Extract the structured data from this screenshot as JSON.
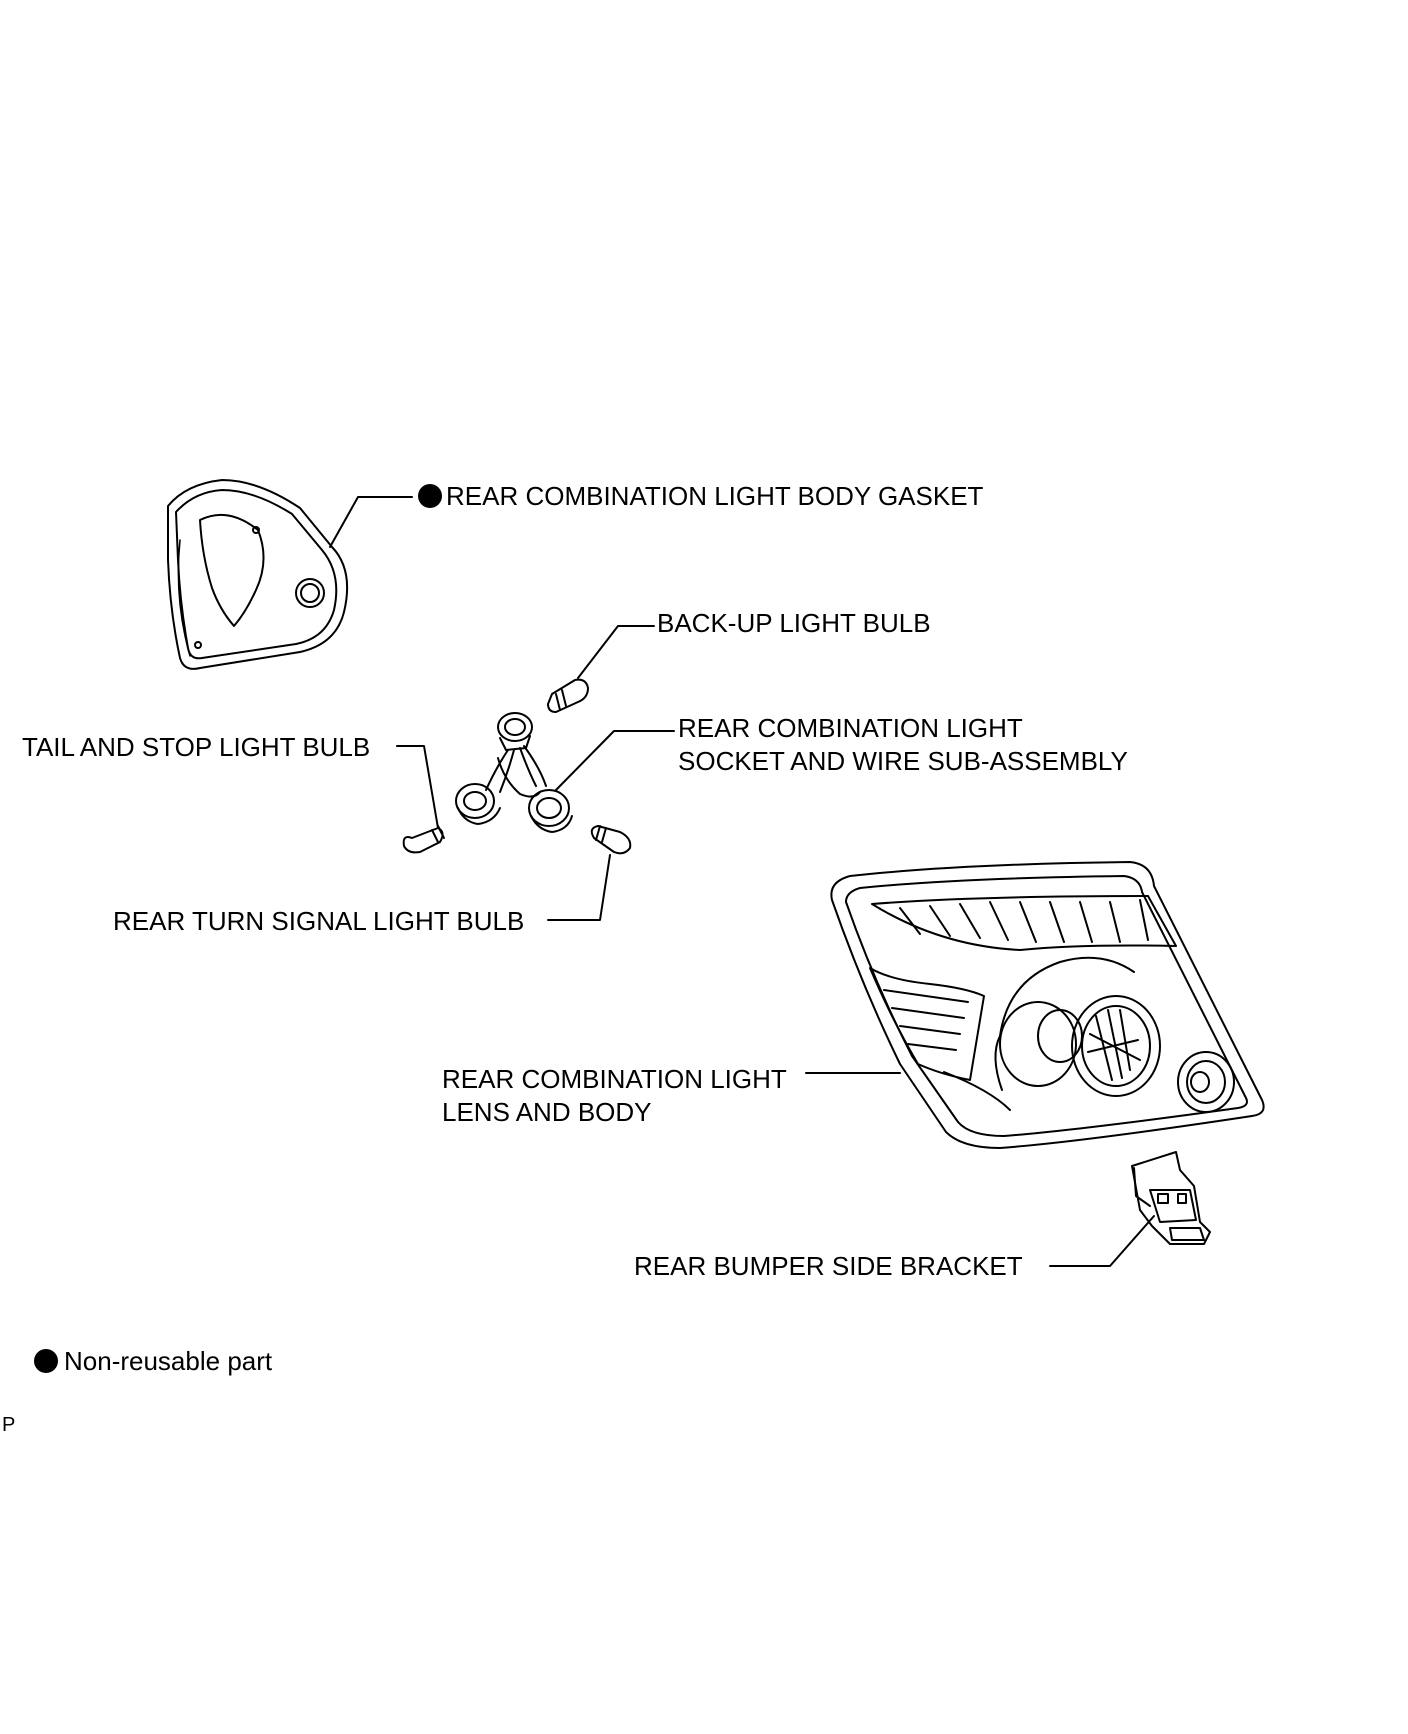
{
  "labels": {
    "gasket": "REAR COMBINATION LIGHT BODY GASKET",
    "backup_bulb": "BACK-UP LIGHT BULB",
    "socket_line1": "REAR COMBINATION LIGHT",
    "socket_line2": "SOCKET AND WIRE SUB-ASSEMBLY",
    "tail_stop_bulb": "TAIL AND STOP LIGHT BULB",
    "turn_signal_bulb": "REAR TURN SIGNAL LIGHT BULB",
    "lens_line1": "REAR COMBINATION LIGHT",
    "lens_line2": "LENS AND BODY",
    "bracket": "REAR BUMPER SIDE BRACKET"
  },
  "legend": {
    "non_reusable": "Non-reusable part"
  },
  "page_mark": "P"
}
